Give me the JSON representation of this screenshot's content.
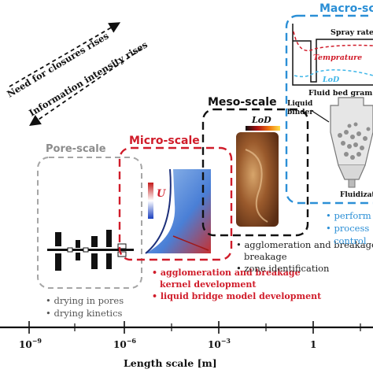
{
  "trend_arrows": {
    "upper": "Need for closures rises",
    "lower": "Information intensity rises"
  },
  "scales": {
    "pore": {
      "title": "Pore-scale",
      "color": "#a6a6a6",
      "items": [
        "drying in pores",
        "drying kinetics"
      ]
    },
    "micro": {
      "title": "Micro-scale",
      "color": "#d01c2a",
      "field_label": "U",
      "items": [
        "agglomeration and breakage kernel development",
        "liquid bridge model development"
      ],
      "item_lines": [
        "agglomeration and breakage",
        "kernel development",
        "liquid bridge model development"
      ]
    },
    "meso": {
      "title": "Meso-scale",
      "color": "#111111",
      "colorbar_label": "LoD",
      "items": [
        "agglomeration and breakage",
        "zone identification"
      ]
    },
    "macro": {
      "title": "Macro-scale",
      "color": "#2b8fd6",
      "chart": {
        "title": "Spray rate",
        "series": [
          {
            "name": "Temprature",
            "color": "#d01c2a"
          },
          {
            "name": "LoD",
            "color": "#3fb6e8"
          }
        ]
      },
      "granulator_label": "Fluid bed granulator",
      "granulator_label_visible": "Fluid bed gram",
      "liquid_binder": [
        "Liquid",
        "binder"
      ],
      "fluidization": "Fluidization",
      "fluidization_visible": "Fluidizati",
      "items_visible": [
        "perform",
        "process",
        "control"
      ]
    }
  },
  "axis": {
    "label": "Length scale [m]",
    "ticks": [
      {
        "base": "10",
        "exp": "−9"
      },
      {
        "base": "10",
        "exp": "−6"
      },
      {
        "base": "10",
        "exp": "−3"
      },
      {
        "base": "1",
        "exp": ""
      }
    ]
  }
}
